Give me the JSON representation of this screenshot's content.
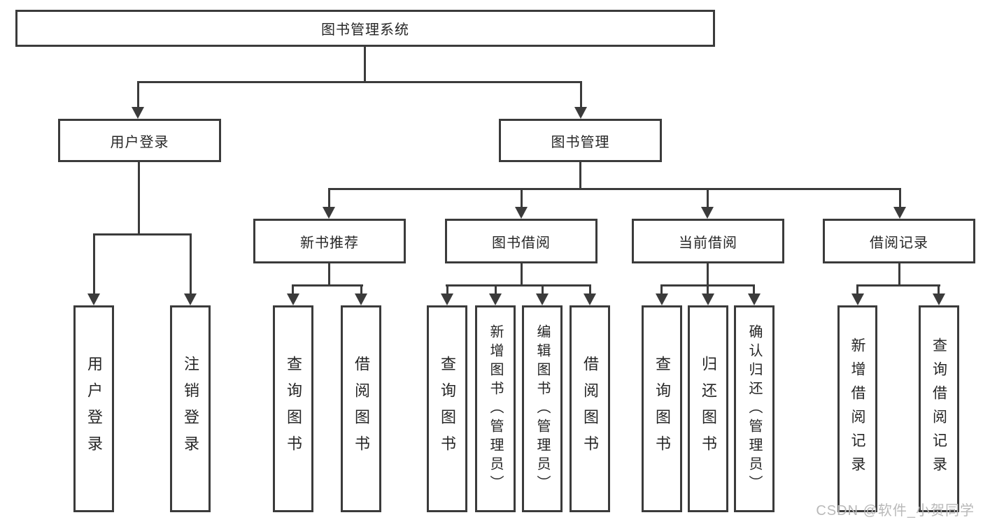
{
  "tree": {
    "root": {
      "label": "图书管理系统",
      "children": [
        {
          "label": "用户登录",
          "children": [
            {
              "label": "用户登录"
            },
            {
              "label": "注销登录"
            }
          ]
        },
        {
          "label": "图书管理",
          "children": [
            {
              "label": "新书推荐",
              "children": [
                {
                  "label": "查询图书"
                },
                {
                  "label": "借阅图书"
                }
              ]
            },
            {
              "label": "图书借阅",
              "children": [
                {
                  "label": "查询图书"
                },
                {
                  "label": "新增图书（管理员）"
                },
                {
                  "label": "编辑图书（管理员）"
                },
                {
                  "label": "借阅图书"
                }
              ]
            },
            {
              "label": "当前借阅",
              "children": [
                {
                  "label": "查询图书"
                },
                {
                  "label": "归还图书"
                },
                {
                  "label": "确认归还（管理员）"
                }
              ]
            },
            {
              "label": "借阅记录",
              "children": [
                {
                  "label": "新增借阅记录"
                },
                {
                  "label": "查询借阅记录"
                }
              ]
            }
          ]
        }
      ]
    }
  },
  "watermark": "CSDN @软件_小贺同学",
  "colors": {
    "line": "#3b3b3b",
    "text": "#262626",
    "watermark": "#b9b9b9"
  }
}
